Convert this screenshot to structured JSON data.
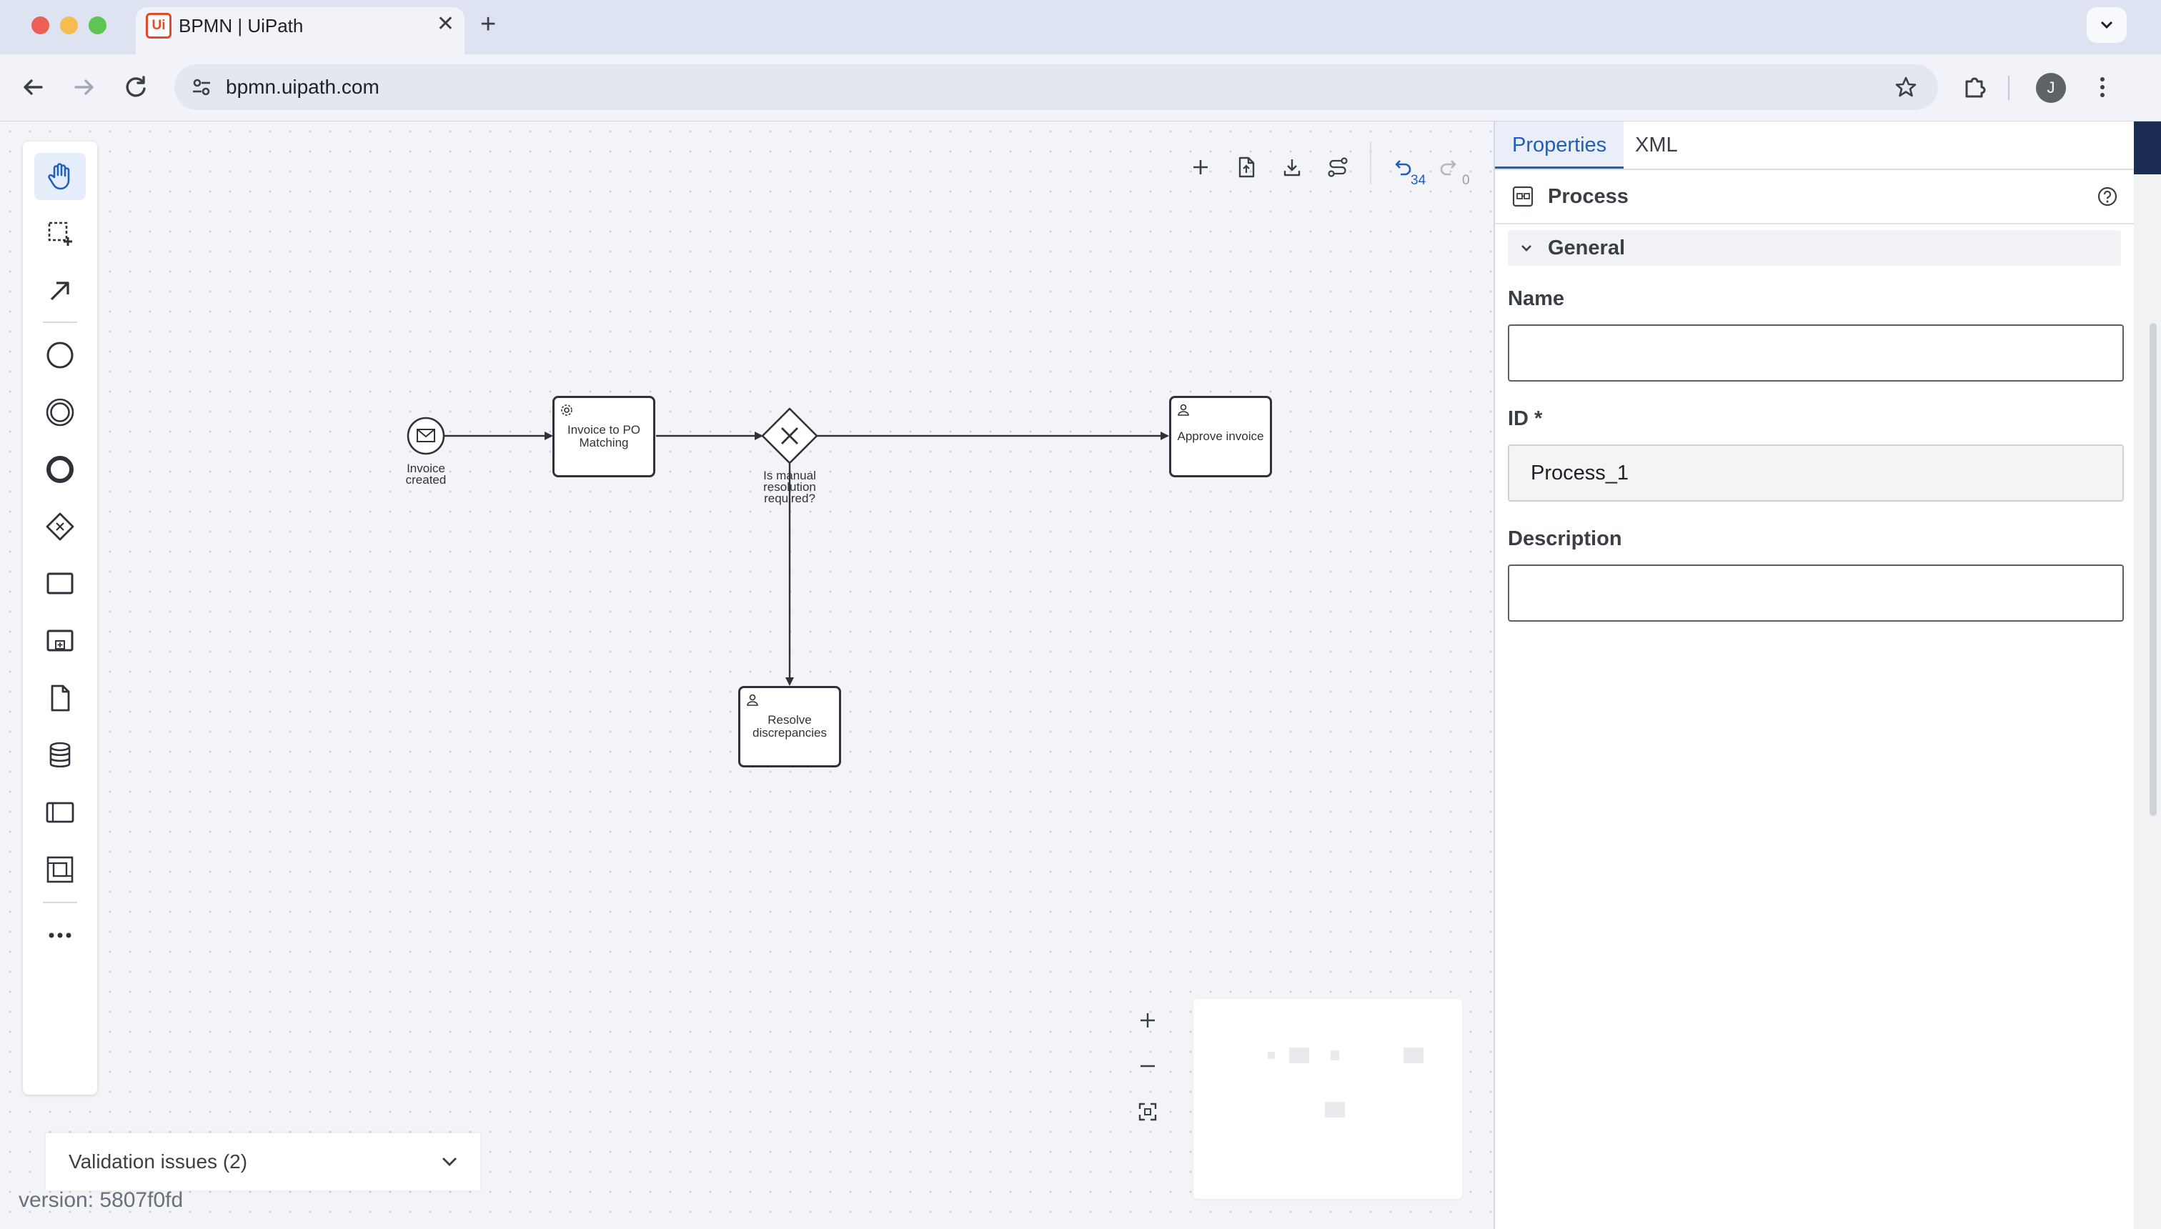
{
  "browser": {
    "tab_title": "BPMN | UiPath",
    "favicon_text": "Ui",
    "url": "bpmn.uipath.com",
    "profile_initial": "J"
  },
  "toolbar": {
    "undo_count": "34",
    "redo_count": "0"
  },
  "diagram": {
    "start_event_label": [
      "Invoice",
      "created"
    ],
    "task_invoice_po": "Invoice to PO Matching",
    "gateway_label": [
      "Is manual",
      "resolution",
      "required?"
    ],
    "task_approve": "Approve invoice",
    "task_resolve": "Resolve discrepancies"
  },
  "validation": {
    "label": "Validation issues (2)"
  },
  "version": "version: 5807f0fd",
  "panel": {
    "tabs": [
      "Properties",
      "XML"
    ],
    "active_tab": "Properties",
    "element_type": "Process",
    "section": "General",
    "name_label": "Name",
    "name_value": "",
    "id_label": "ID *",
    "id_value": "Process_1",
    "description_label": "Description",
    "description_value": ""
  },
  "colors": {
    "accent": "#1f5fbf",
    "brand": "#e34a2b",
    "stroke": "#2f3238"
  }
}
